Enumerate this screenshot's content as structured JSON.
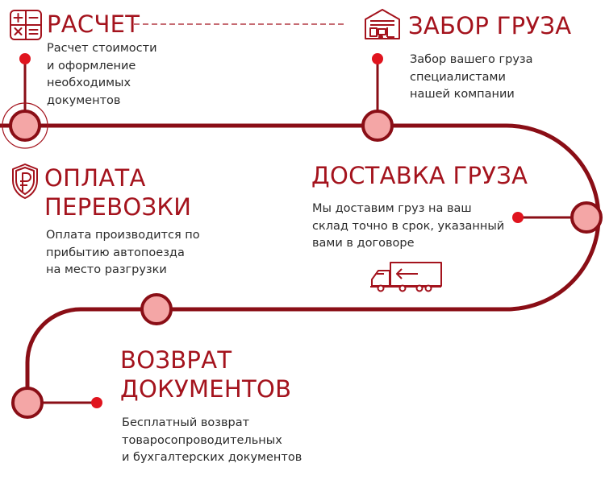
{
  "colors": {
    "track": "#8a0e16",
    "accent": "#a4131d",
    "marker": "#e0141e",
    "node_fill": "#f4a6a6",
    "text": "#2b2b2b"
  },
  "steps": [
    {
      "title": [
        "РАСЧЕТ"
      ],
      "desc": [
        "Расчет стоимости",
        "и оформление",
        "необходимых",
        "документов"
      ],
      "icon": "calculator-icon"
    },
    {
      "title": [
        "ЗАБОР ГРУЗА"
      ],
      "desc": [
        "Забор вашего груза",
        "специалистами",
        "нашей компании"
      ],
      "icon": "warehouse-forklift-icon"
    },
    {
      "title": [
        "ОПЛАТА",
        "ПЕРЕВОЗКИ"
      ],
      "desc": [
        "Оплата производится по",
        "прибытию автопоезда",
        "на место разгрузки"
      ],
      "icon": "ruble-shield-icon"
    },
    {
      "title": [
        "ДОСТАВКА ГРУЗА"
      ],
      "desc": [
        "Мы доставим груз на ваш",
        "склад точно в срок, указанный",
        "вами в договоре"
      ],
      "icon": "truck-icon"
    },
    {
      "title": [
        "ВОЗВРАТ",
        "ДОКУМЕНТОВ"
      ],
      "desc": [
        "Бесплатный возврат",
        "товаросопроводительных",
        "и бухгалтерских документов"
      ],
      "icon": ""
    }
  ]
}
